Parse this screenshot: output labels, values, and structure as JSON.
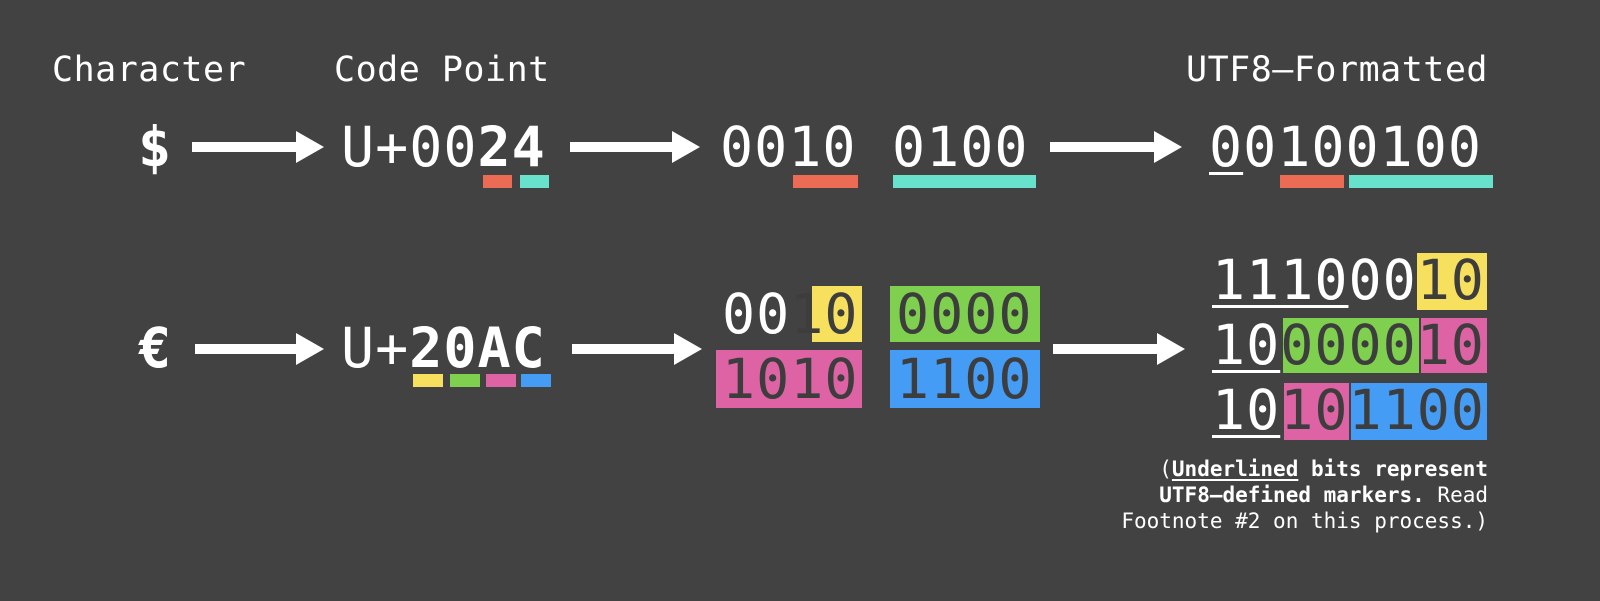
{
  "headers": {
    "character": "Character",
    "code_point": "Code Point",
    "utf8": "UTF8–Formatted"
  },
  "colors": {
    "background": "#424242",
    "red": "#ec6b55",
    "teal": "#68e2cd",
    "yellow": "#f6e05e",
    "green": "#7fd04f",
    "pink": "#de63a5",
    "blue": "#459cf5"
  },
  "row1": {
    "character": "$",
    "code_point": {
      "prefix": "U+00",
      "digit1": "2",
      "digit2": "4"
    },
    "binary": {
      "nibble1_plain": "00",
      "nibble1_marked": "10",
      "nibble2": "0100"
    },
    "utf8": {
      "marker": "0",
      "rest_plain": "0",
      "red_bits": "10",
      "teal_bits": "0100"
    }
  },
  "row2": {
    "character": "€",
    "code_point": {
      "prefix": "U+",
      "digits": [
        "2",
        "0",
        "A",
        "C"
      ]
    },
    "binary": {
      "nibble1_plain": "00",
      "nibble1_yellow": "10",
      "nibble2_green": "0000",
      "nibble3_pink": "1010",
      "nibble4_blue": "1100"
    },
    "utf8": {
      "byte1": {
        "marker": "1110",
        "plain": "00",
        "yellow": "10"
      },
      "byte2": {
        "marker": "10",
        "green": "0000",
        "pink": "10"
      },
      "byte3": {
        "marker": "10",
        "pink": "10",
        "blue": "1100"
      }
    }
  },
  "note": {
    "open_paren": "(",
    "underlined_word": "Underlined",
    "bold_line1_rest": " bits represent",
    "bold_line2": "UTF8–defined markers.",
    "plain_line2_rest": " Read",
    "line3": "Footnote #2 on this process.)"
  }
}
